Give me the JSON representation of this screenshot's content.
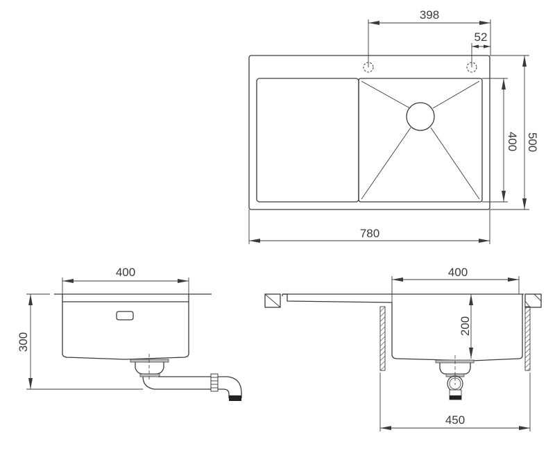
{
  "drawing": {
    "type": "technical-drawing",
    "subject": "kitchen sink with drainboard",
    "units": "mm",
    "line_color": "#3a3a3a",
    "background": "#ffffff"
  },
  "top_view": {
    "dimensions": {
      "tap_hole_spacing": "398",
      "tap_hole_edge_offset": "52",
      "overall_depth": "500",
      "bowl_depth": "400",
      "overall_width": "780"
    }
  },
  "front_view": {
    "dimensions": {
      "bowl_width": "400",
      "overall_height": "300"
    }
  },
  "side_view": {
    "dimensions": {
      "bowl_width": "400",
      "bowl_depth": "200",
      "cabinet_width": "450"
    }
  }
}
